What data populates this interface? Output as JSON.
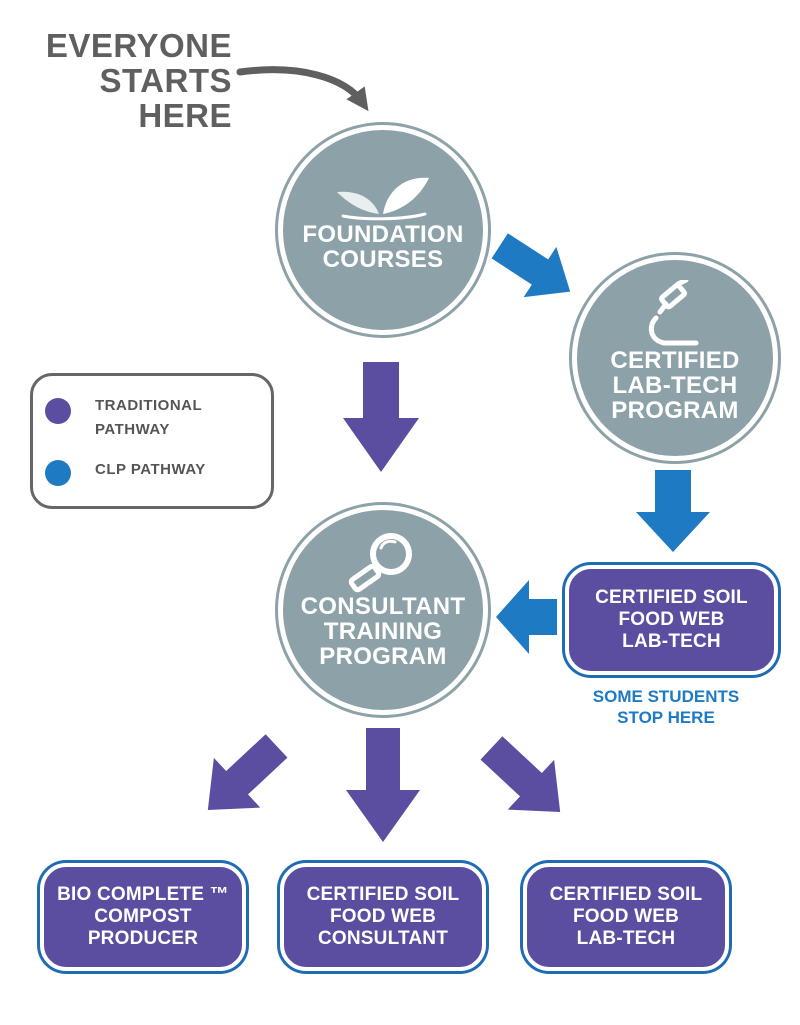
{
  "start": {
    "text": "EVERYONE\nSTARTS\nHERE"
  },
  "nodes": {
    "foundation": {
      "label": "FOUNDATION\nCOURSES",
      "icon": "leaf-icon"
    },
    "labtech": {
      "label": "CERTIFIED\nLAB-TECH\nPROGRAM",
      "icon": "microscope-icon"
    },
    "consultant": {
      "label": "CONSULTANT\nTRAINING\nPROGRAM",
      "icon": "magnifier-icon"
    }
  },
  "outcomes": {
    "lab_tech_clp": "CERTIFIED SOIL\nFOOD WEB\nLAB-TECH",
    "bio_complete": "BIO COMPLETE ™\nCOMPOST\nPRODUCER",
    "consultant": "CERTIFIED SOIL\nFOOD WEB\nCONSULTANT",
    "lab_tech": "CERTIFIED SOIL\nFOOD WEB\nLAB-TECH"
  },
  "stop_note": "SOME STUDENTS\nSTOP HERE",
  "legend": {
    "items": [
      {
        "label": "TRADITIONAL\nPATHWAY",
        "color": "#5b4ea0"
      },
      {
        "label": "CLP PATHWAY",
        "color": "#1f7ac4"
      }
    ]
  },
  "colors": {
    "traditional": "#5b4ea0",
    "clp": "#1f7ac4",
    "circle": "#8ca2a8",
    "start_arrow": "#5f5f5f"
  }
}
